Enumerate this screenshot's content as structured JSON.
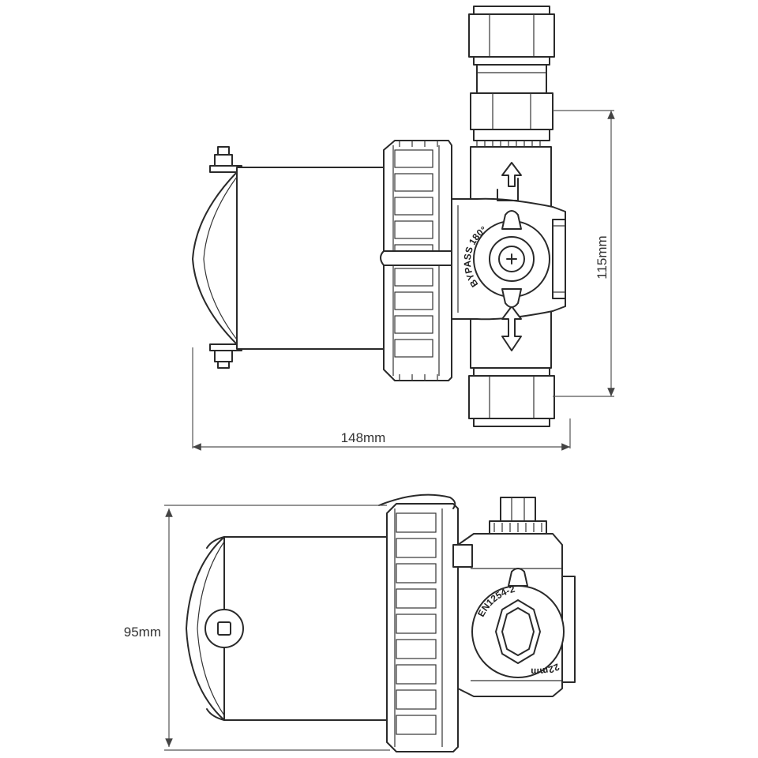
{
  "dimensions": {
    "width_label": "148mm",
    "height_label": "115mm",
    "depth_label": "95mm"
  },
  "stamps": {
    "bypass_text": "BYPASS 180°",
    "standard_text": "EN1254-2",
    "size_text": "22mm"
  },
  "colors": {
    "line": "#2a2a2a",
    "background": "#ffffff"
  }
}
